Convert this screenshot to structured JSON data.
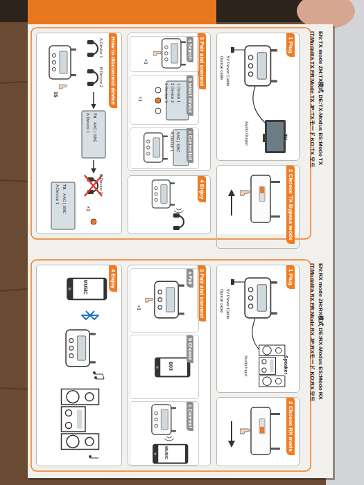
{
  "diagram": {
    "nodes": [
      {
        "text": [
          "1 Plug"
        ]
      },
      {
        "text": [
          "2 Choose TX Bypass mode"
        ]
      },
      {
        "text": [
          "3 Pair and connect"
        ]
      },
      {
        "text": [
          "a Search"
        ],
        "in": 2
      },
      {
        "text": [
          "b select device"
        ],
        "in": 2
      },
      {
        "text": [
          "c Connected"
        ],
        "in": 2
      },
      {
        "text": [
          "4 Enjoy"
        ]
      },
      {
        "text": [
          "How to disconnect device"
        ]
      },
      {
        "text": [
          "1 Plug"
        ]
      },
      {
        "text": [
          "2 Choose RX mode"
        ]
      },
      {
        "text": [
          "3 Pair and connect"
        ]
      },
      {
        "text": [
          "a Pair"
        ],
        "in": 10
      },
      {
        "text": [
          "b Choose"
        ],
        "in": 10
      },
      {
        "text": [
          "c Connect"
        ],
        "in": 10
      },
      {
        "text": [
          "4 Enjoy"
        ]
      }
    ],
    "labels": [
      "EN:TX mode ZH:TX模式 DE:TX-Modus ES:Modo TX",
      "IT:Modalità TX FR:Mode TX JP:TXモード KO:TX 모드",
      "5V Power Cable",
      "Optical cable",
      "Audio Output",
      "TV",
      "×1",
      "1 Device 1",
      "2 Device 2",
      "3 Device 3",
      "×1",
      "AAC | SBC",
      "A:Device 1",
      "A Device 1",
      "B Device 2",
      "3S",
      "TX",
      "AAC | SBC",
      "A:Device 1",
      "B Device 2",
      "×1",
      "TX",
      "AAC | SBC",
      "A:Device 1",
      "EN:RX mode ZH:RX模式 DE:RX-Modus ES:Modo RX",
      "IT:Modalità RX FR:Mode RX JP:RXモード KO:RX 모드",
      "5V Power Cable",
      "Optical cable",
      "Audio Input",
      "Speaker",
      "×1",
      "B03",
      "MUSIC",
      "MUSIC"
    ]
  }
}
